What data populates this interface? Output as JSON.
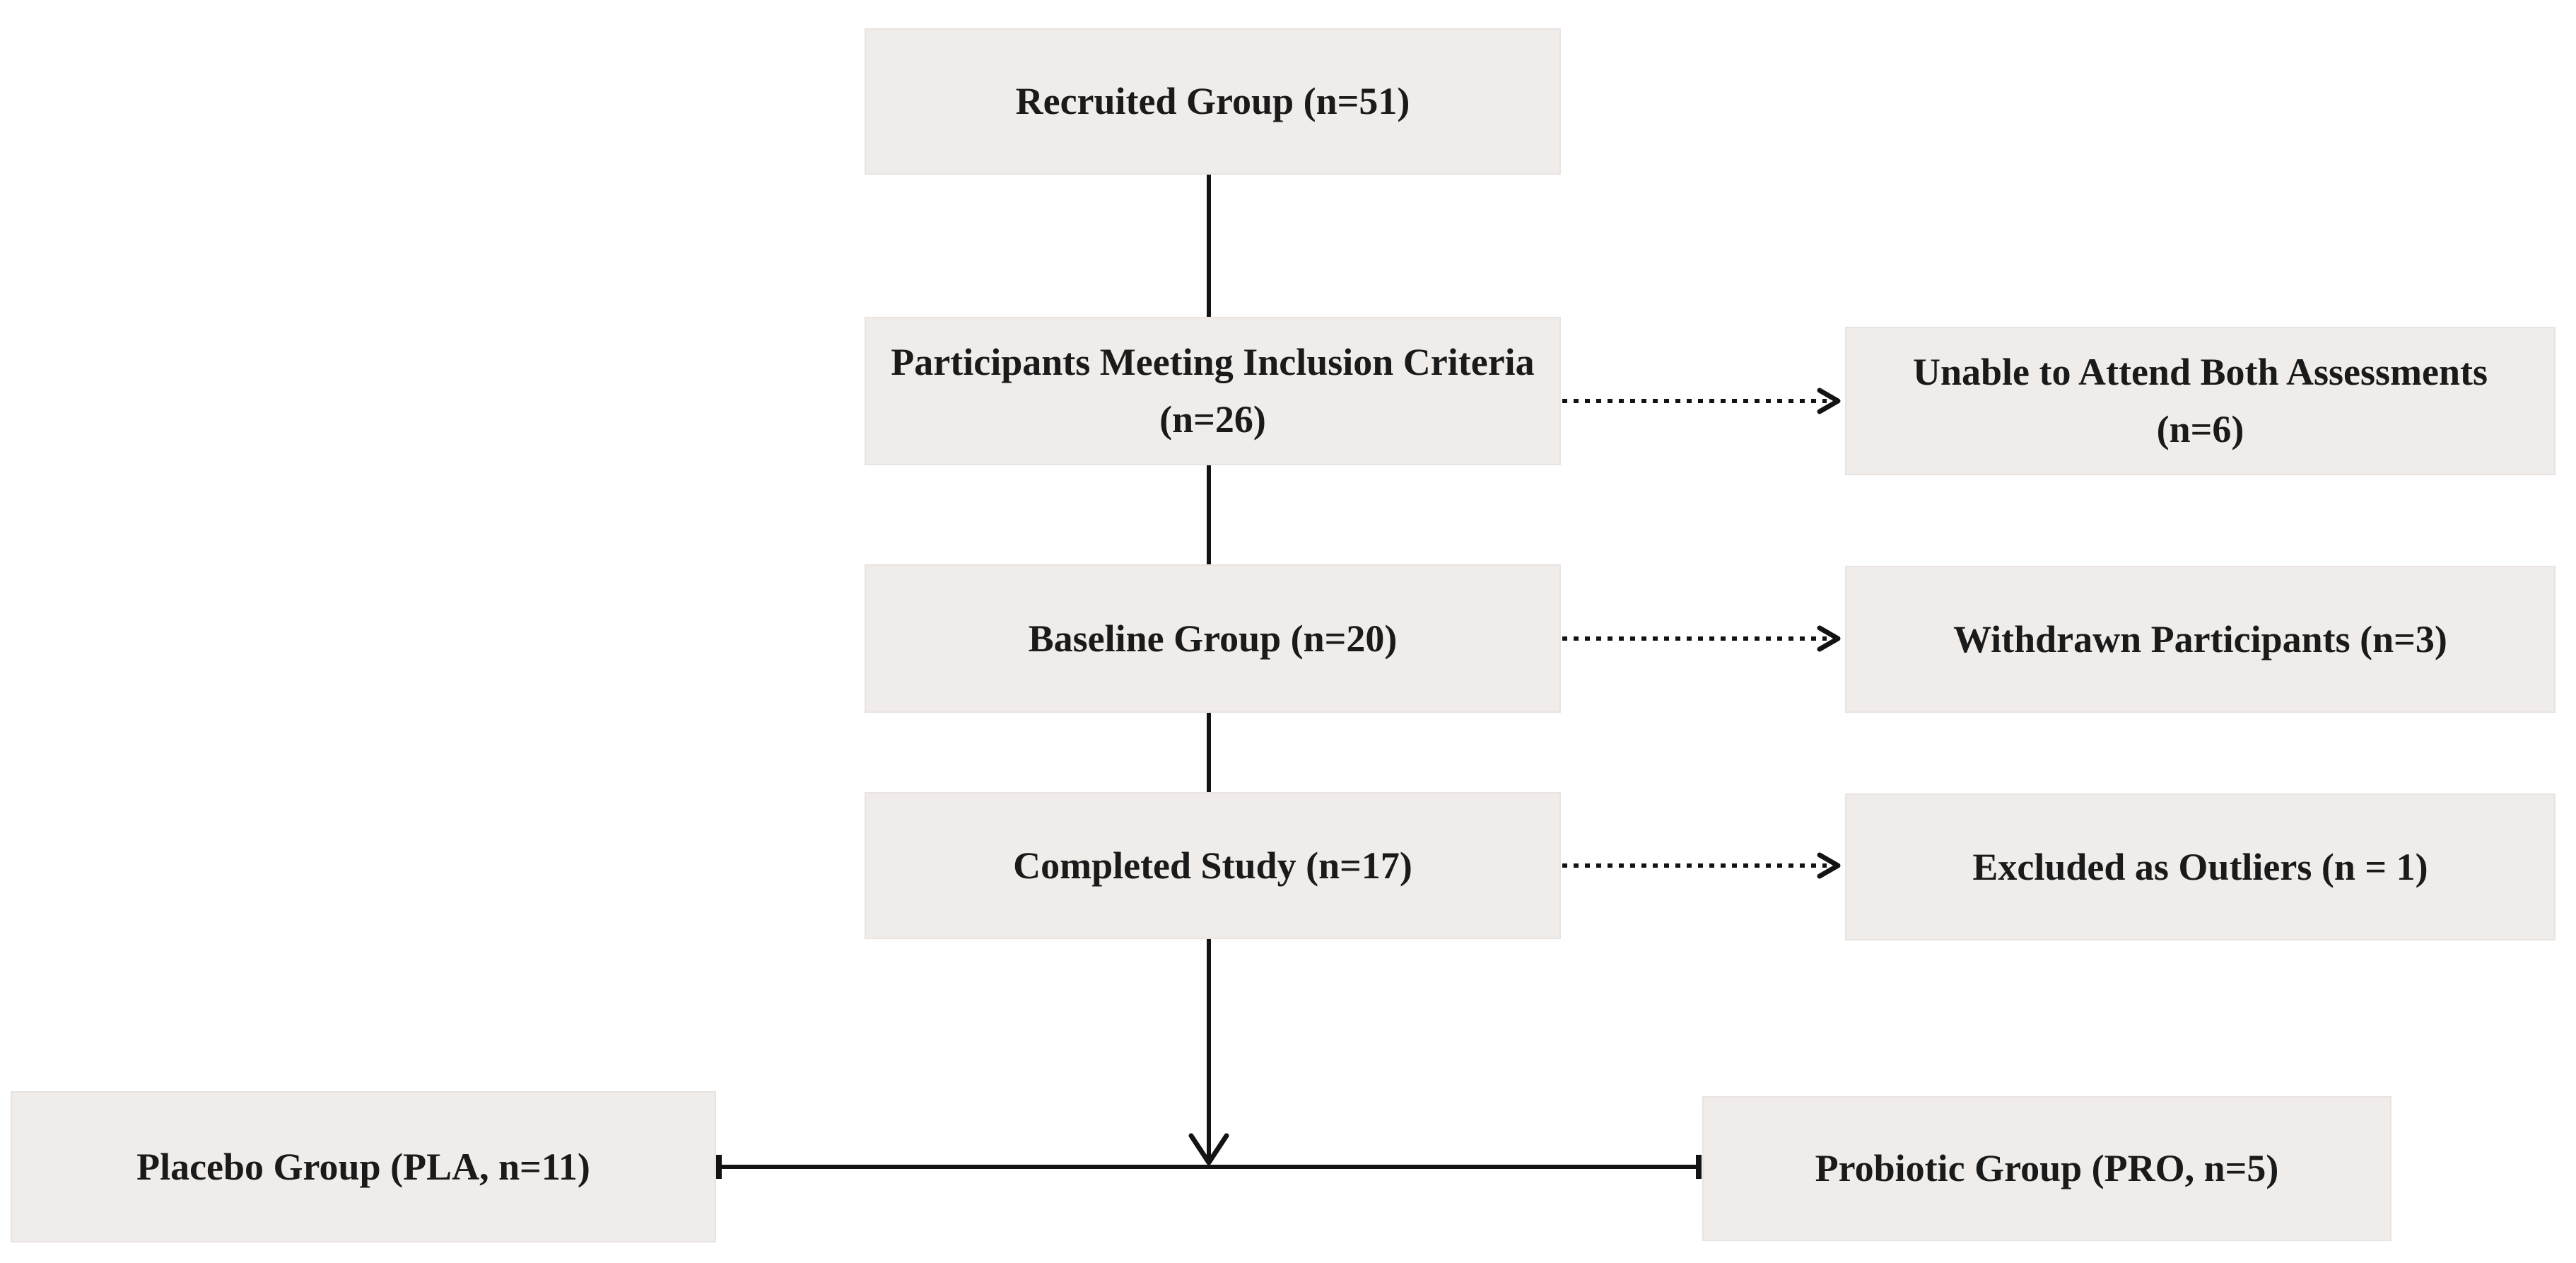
{
  "theme": {
    "canvas_bg": "#ffffff",
    "box_fill": "#f0ecea",
    "box_border": "#e9e3e1",
    "text_color": "#1a1a1a",
    "line_color": "#131313"
  },
  "diagram": {
    "type": "participant-flow-chart",
    "nodes": {
      "recruited": {
        "label": "Recruited Group (n=51)"
      },
      "inclusion": {
        "label": "Participants Meeting Inclusion Criteria (n=26)"
      },
      "unable": {
        "label": "Unable to Attend Both Assessments (n=6)"
      },
      "baseline": {
        "label": "Baseline Group (n=20)"
      },
      "withdrawn": {
        "label": "Withdrawn Participants (n=3)"
      },
      "completed": {
        "label": "Completed Study (n=17)"
      },
      "excluded": {
        "label": "Excluded as Outliers (n = 1)"
      },
      "placebo": {
        "label": "Placebo Group (PLA, n=11)"
      },
      "probiotic": {
        "label": "Probiotic Group (PRO, n=5)"
      }
    },
    "edges": [
      {
        "from": "recruited",
        "to": "inclusion",
        "style": "solid-line"
      },
      {
        "from": "inclusion",
        "to": "unable",
        "style": "dotted-arrow"
      },
      {
        "from": "inclusion",
        "to": "baseline",
        "style": "solid-line"
      },
      {
        "from": "baseline",
        "to": "withdrawn",
        "style": "dotted-arrow"
      },
      {
        "from": "baseline",
        "to": "completed",
        "style": "solid-line"
      },
      {
        "from": "completed",
        "to": "excluded",
        "style": "dotted-arrow"
      },
      {
        "from": "completed",
        "to": "split-bar",
        "style": "solid-arrow"
      },
      {
        "from": "split-bar",
        "to": "placebo",
        "style": "solid-tee"
      },
      {
        "from": "split-bar",
        "to": "probiotic",
        "style": "solid-tee"
      }
    ]
  }
}
